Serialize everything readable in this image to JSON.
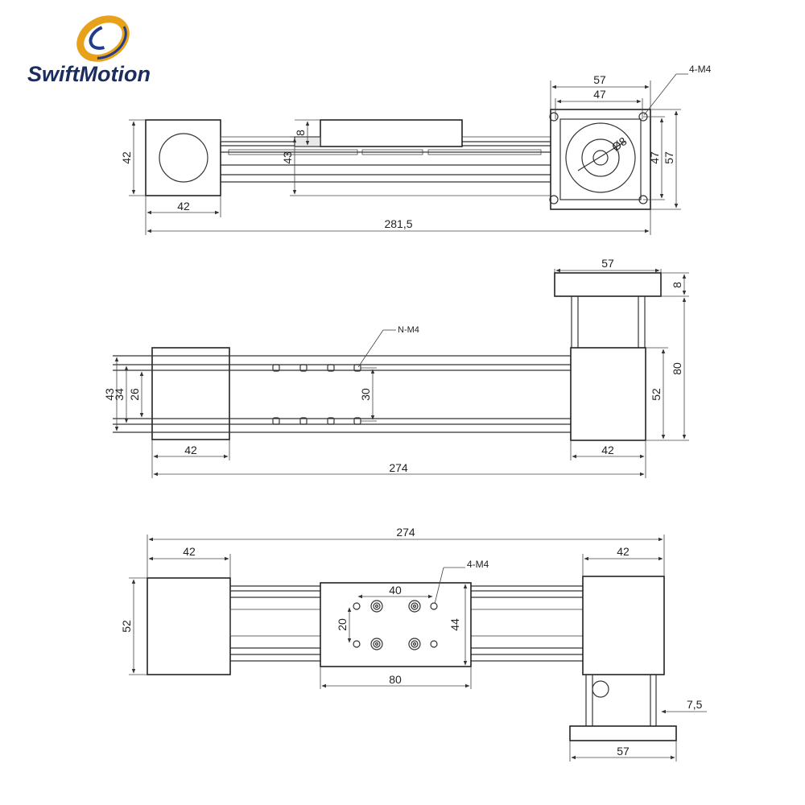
{
  "brand": {
    "name": "SwiftMotion",
    "logo_icon": "ring-logo-icon",
    "colors": {
      "ring_gold": "#e8a21a",
      "ring_blue": "#1f3d8a",
      "text": "#1b2c5e"
    }
  },
  "top_view": {
    "dims": {
      "motor_flange_width": "57",
      "hole_spacing": "47",
      "holes_note": "4-M4",
      "carriage_height": "8",
      "rail_height": "43",
      "end_block_height": "42",
      "end_block_width": "42",
      "bore": "Ø8",
      "hole_spacing_vertical": "47",
      "flange_height": "57",
      "overall_length": "281,5"
    }
  },
  "side_view": {
    "dims": {
      "flange_width": "57",
      "flange_thickness": "8",
      "holes_note": "N-M4",
      "rail_height": "43",
      "slot_34": "34",
      "slot_26": "26",
      "hole_pitch_30": "30",
      "total_height": "80",
      "motor_mount_height": "52",
      "end_block_left_width": "42",
      "end_block_right_width": "42",
      "overall_length": "274"
    }
  },
  "bottom_view": {
    "dims": {
      "overall_length": "274",
      "end_block_left_width": "42",
      "end_block_right_width": "42",
      "holes_note": "4-M4",
      "hole_spacing_x": "40",
      "hole_spacing_y": "20",
      "carriage_height": "44",
      "block_height": "52",
      "carriage_length": "80",
      "offset": "7,5",
      "flange_width": "57"
    }
  }
}
